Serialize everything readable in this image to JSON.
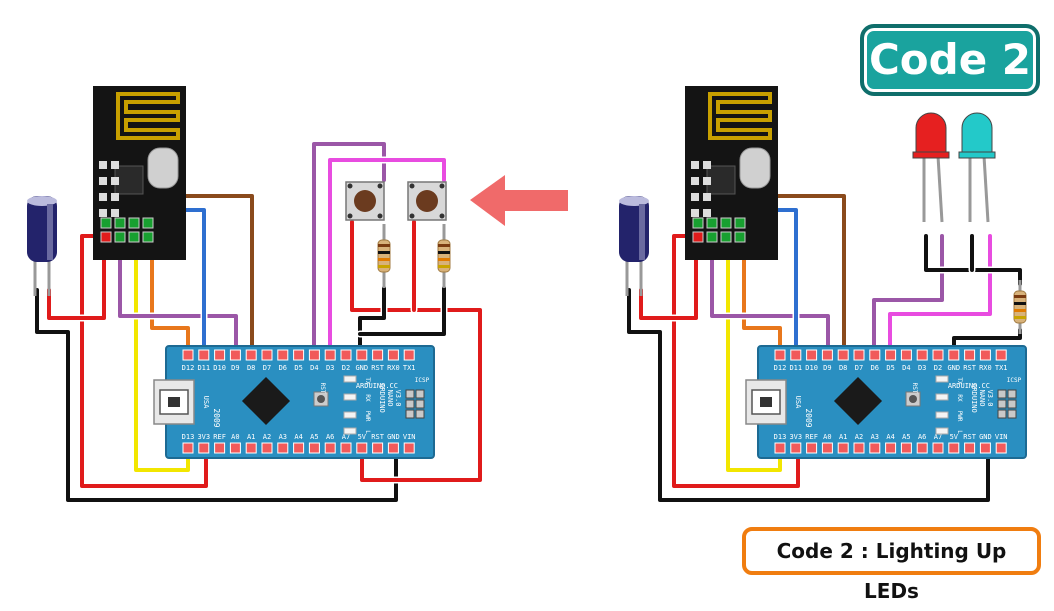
{
  "badge": {
    "label": "Code 2"
  },
  "caption": {
    "label": "Code 2 : Lighting Up LEDs"
  },
  "board": {
    "top_pins": [
      "D12",
      "D11",
      "D10",
      "D9",
      "D8",
      "D7",
      "D6",
      "D5",
      "D4",
      "D3",
      "D2",
      "GND",
      "RST",
      "RX0",
      "TX1"
    ],
    "bottom_pins": [
      "D13",
      "3V3",
      "REF",
      "A0",
      "A1",
      "A2",
      "A3",
      "A4",
      "A5",
      "A6",
      "A7",
      "5V",
      "RST",
      "GND",
      "VIN"
    ],
    "center_text": [
      "ARDUINO.CC",
      "ARDUINO",
      "NANO",
      "V3.0"
    ],
    "side_labels": {
      "usb": "USA",
      "year": "2009",
      "rst": "RST",
      "tx": "TX",
      "rx": "RX",
      "pwr": "PWR",
      "l": "L",
      "icsp": "ICSP"
    }
  },
  "colors": {
    "board": "#2a8fc1",
    "red_wire": "#e01b1b",
    "black_wire": "#111111",
    "yellow_wire": "#f2e600",
    "orange_wire": "#e8771c",
    "blue_wire": "#2e6fd0",
    "brown_wire": "#8a4a1c",
    "purple_wire": "#9b57a7",
    "magenta_wire": "#e84ce0",
    "arrow": "#f06a6a",
    "badge": "#1aa39e",
    "caption_border": "#f07d10",
    "led_red": "#e62020",
    "led_cyan": "#23c9c9"
  },
  "icons": [
    "nrf24l01-module",
    "capacitor-icon",
    "push-button-icon",
    "resistor-icon",
    "led-icon",
    "arrow-icon",
    "usb-port-icon",
    "chip-icon"
  ]
}
